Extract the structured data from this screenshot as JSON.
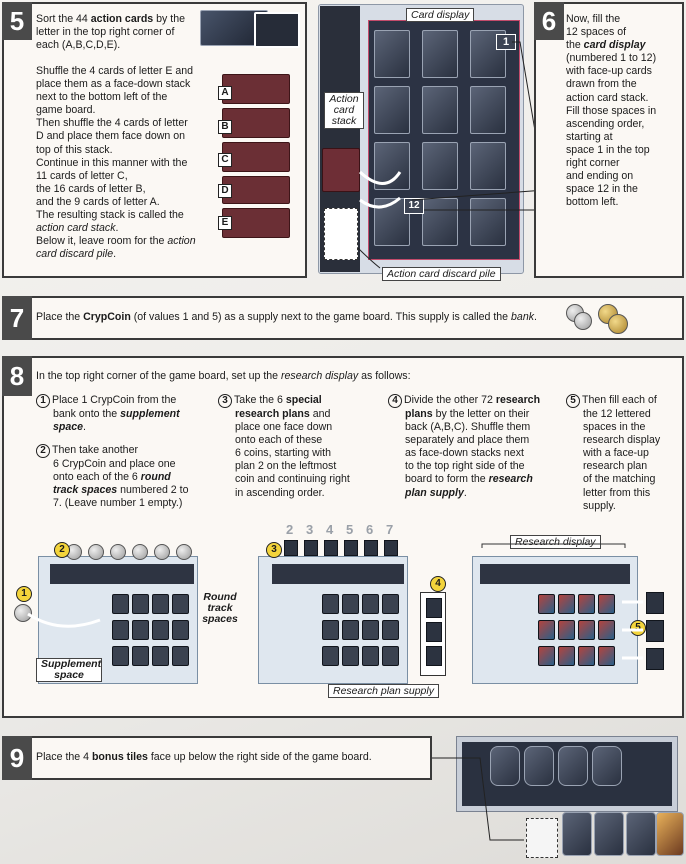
{
  "step5": {
    "number": "5",
    "p1": [
      "Sort the 44 ",
      "action cards",
      " by the letter in the top right corner of each (A,B,C,D,E)."
    ],
    "p2_lines": [
      "Shuffle the 4 cards of letter E and",
      "place them as a face-down stack",
      "next to the bottom left of the",
      "game board.",
      "Then shuffle the 4 cards of letter",
      "D and place them face down on",
      "top of this stack.",
      "Continue in this manner with the",
      "11 cards of letter C,",
      "the 16 cards of letter B,",
      "and the 9 cards of letter A."
    ],
    "p3_a": "The resulting stack is called the",
    "p3_b": "action card stack",
    "p3_c": ".",
    "p4_a": "Below it, leave room for the ",
    "p4_b": "action card discard pile",
    "p4_c": ".",
    "letters": [
      "A",
      "B",
      "C",
      "D",
      "E"
    ],
    "label_card_display": "Card display",
    "label_action_stack": "Action card stack",
    "label_discard": "Action card discard pile",
    "label_1": "1",
    "label_12": "12"
  },
  "step6": {
    "number": "6",
    "lines": [
      [
        "Now, fill the",
        ""
      ],
      [
        "12 spaces of",
        ""
      ],
      [
        "the ",
        "card display"
      ],
      [
        "(numbered 1 to 12)",
        ""
      ],
      [
        "with face-up cards",
        ""
      ],
      [
        "drawn from the",
        ""
      ],
      [
        "action card stack.",
        ""
      ],
      [
        "Fill those spaces in",
        ""
      ],
      [
        "ascending order,",
        ""
      ],
      [
        "starting at",
        ""
      ],
      [
        "space 1 in the top",
        ""
      ],
      [
        "right corner",
        ""
      ],
      [
        "and ending on",
        ""
      ],
      [
        "space 12 in the",
        ""
      ],
      [
        "bottom left.",
        ""
      ]
    ]
  },
  "step7": {
    "number": "7",
    "text_a": "Place the ",
    "text_b": "CrypCoin",
    "text_c": " (of values 1 and 5) as a supply next to the game board. This supply is called the ",
    "text_d": "bank",
    "text_e": "."
  },
  "step8": {
    "number": "8",
    "intro_a": "In the top right corner of the game board, set up the ",
    "intro_b": "research display",
    "intro_c": " as follows:",
    "s1_num": "1",
    "s1_a": "Place 1 CrypCoin from the",
    "s1_b": "bank onto the ",
    "s1_c": "supplement",
    "s1_d": "space",
    "s1_e": ".",
    "s2_num": "2",
    "s2_lines": [
      "Then take another",
      "6 CrypCoin and place one",
      "onto each of the 6 "
    ],
    "s2_italic1": "round",
    "s2_italic2": "track spaces",
    "s2_rest1": " numbered 2 to",
    "s2_rest2": "7. (Leave number 1 empty.)",
    "s3_num": "3",
    "s3_a": "Take the 6 ",
    "s3_b": "special",
    "s3_c": "research plans",
    "s3_d": " and",
    "s3_lines": [
      "place one face down",
      "onto each of these",
      "6 coins, starting with",
      "plan 2 on the leftmost",
      "coin and continuing right",
      "in ascending order."
    ],
    "s4_num": "4",
    "s4_a": "Divide the other 72 ",
    "s4_b": "research",
    "s4_c": "plans",
    "s4_d": " by the letter on their",
    "s4_lines": [
      "back (A,B,C). Shuffle them",
      "separately and place them",
      "as face-down stacks next",
      "to the top right side of the"
    ],
    "s4_e": "board to form the ",
    "s4_f": "research",
    "s4_g": "plan supply",
    "s4_h": ".",
    "s5_num": "5",
    "s5_lines": [
      "Then fill each of",
      "the 12 lettered",
      "spaces in the",
      "research display",
      "with a face-up",
      "research plan",
      "of the matching",
      "letter from this",
      "supply."
    ],
    "label_round_track": "Round track spaces",
    "label_supplement": "Supplement space",
    "label_research_display": "Research display",
    "label_research_supply": "Research plan supply",
    "track_numbers": [
      "2",
      "3",
      "4",
      "5",
      "6",
      "7"
    ]
  },
  "step9": {
    "number": "9",
    "text_a": "Place the 4 ",
    "text_b": "bonus tiles",
    "text_c": " face up below the right side of the game board."
  }
}
